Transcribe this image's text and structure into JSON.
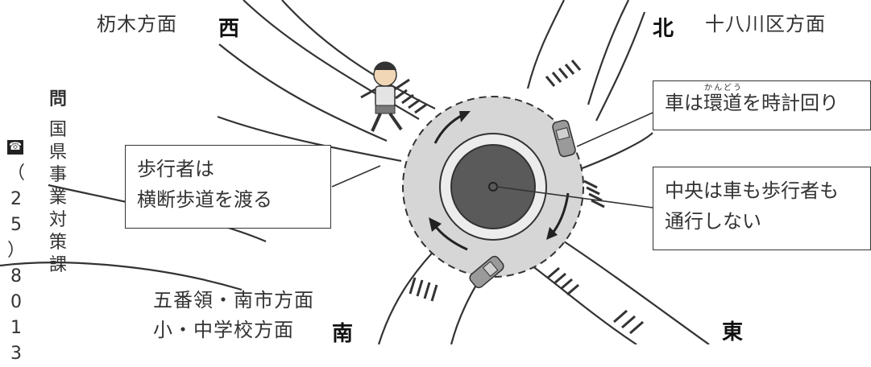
{
  "labels": {
    "west_region": "杤木方面",
    "west": "西",
    "north": "北",
    "north_region": "十八川区方面",
    "south_region_1": "五番領・南市方面",
    "south_region_2": "小・中学校方面",
    "south": "南",
    "east": "東"
  },
  "callouts": {
    "pedestrian": [
      "歩行者は",
      "横断歩道を渡る"
    ],
    "car_prefix": "車は",
    "car_ruby_base": "環道",
    "car_ruby_reading": "かんどう",
    "car_suffix": "を時計回り",
    "center": [
      "中央は車も歩行者も",
      "通行しない"
    ]
  },
  "contact": {
    "title_char": "問",
    "phone_icon": "phone-icon",
    "department": "国県事業対策課",
    "phone_number": "（25）8013"
  },
  "colors": {
    "roundabout_fill": "#d6d6d6",
    "center_fill": "#5a5a5a",
    "road_line": "#333333"
  }
}
